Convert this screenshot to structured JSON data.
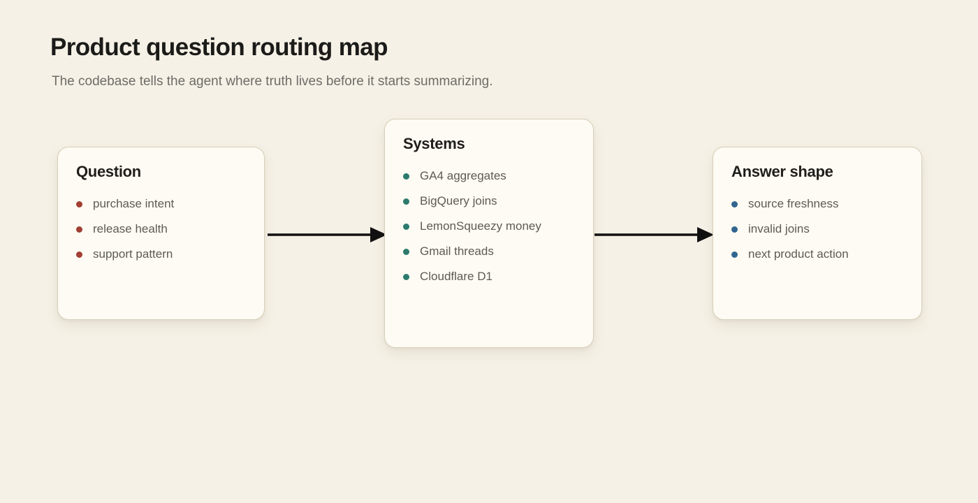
{
  "header": {
    "title": "Product question routing map",
    "subtitle": "The codebase tells the agent where truth lives before it starts summarizing."
  },
  "cards": [
    {
      "id": "question",
      "title": "Question",
      "bullet_color": "#a23e32",
      "items": [
        "purchase intent",
        "release health",
        "support pattern"
      ]
    },
    {
      "id": "systems",
      "title": "Systems",
      "bullet_color": "#2b7a6d",
      "items": [
        "GA4 aggregates",
        "BigQuery joins",
        "LemonSqueezy money",
        "Gmail threads",
        "Cloudflare D1"
      ]
    },
    {
      "id": "answer-shape",
      "title": "Answer shape",
      "bullet_color": "#31658f",
      "items": [
        "source freshness",
        "invalid joins",
        "next product action"
      ]
    }
  ],
  "arrows": [
    {
      "from": "question",
      "to": "systems"
    },
    {
      "from": "systems",
      "to": "answer-shape"
    }
  ],
  "colors": {
    "background": "#f6f1e6",
    "card_background": "#fdfbf3",
    "card_border": "#d8cfba",
    "arrow": "#111111",
    "title_text": "#1b1b19",
    "subtitle_text": "#6d6c67",
    "item_text": "#5c5b55"
  }
}
